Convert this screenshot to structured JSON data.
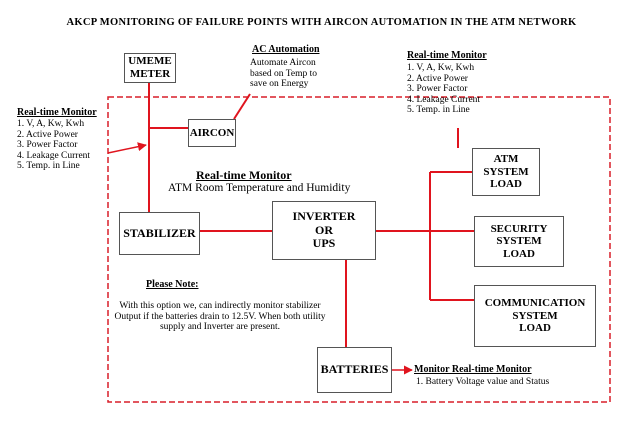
{
  "title": "AKCP MONITORING OF FAILURE POINTS WITH AIRCON  AUTOMATION IN THE ATM NETWORK",
  "boxes": {
    "umeme_meter": [
      "UMEME",
      "METER"
    ],
    "aircon": "AIRCON",
    "stabilizer": "STABILIZER",
    "inverter": [
      "INVERTER",
      "OR",
      "UPS"
    ],
    "atm_load": [
      "ATM",
      "SYSTEM",
      "LOAD"
    ],
    "security_load": [
      "SECURITY",
      "SYSTEM",
      "LOAD"
    ],
    "communication_load": [
      "COMMUNICATION",
      "SYSTEM",
      "LOAD"
    ],
    "batteries": "BATTERIES"
  },
  "ac_automation": {
    "heading": "AC Automation",
    "lines": [
      "Automate Aircon",
      "based on Temp to",
      "save on Energy"
    ]
  },
  "monitor_left": {
    "heading": "Real-time Monitor",
    "items": [
      "1. V, A, Kw, Kwh",
      "2. Active Power",
      "3. Power Factor",
      "4. Leakage Current",
      "5. Temp. in Line"
    ]
  },
  "monitor_right": {
    "heading": "Real-time Monitor",
    "items": [
      "1. V, A, Kw, Kwh",
      "2. Active Power",
      "3. Power Factor",
      "4. Leakage Current",
      "5. Temp. in Line"
    ]
  },
  "room_monitor": {
    "heading": "Real-time Monitor",
    "subtitle": "ATM Room Temperature and Humidity"
  },
  "note": {
    "heading": "Please Note:",
    "lines": [
      "With this option we, can  indirectly monitor stabilizer",
      "Output if the batteries drain to 12.5V.  When both utility",
      "supply and Inverter are present."
    ]
  },
  "battery_monitor": {
    "heading": "Monitor Real-time Monitor",
    "item": "1. Battery Voltage value and Status"
  },
  "colors": {
    "line": "#e0141e",
    "border_dash": "#d81e28",
    "box_border": "#555555",
    "text": "#000000"
  }
}
